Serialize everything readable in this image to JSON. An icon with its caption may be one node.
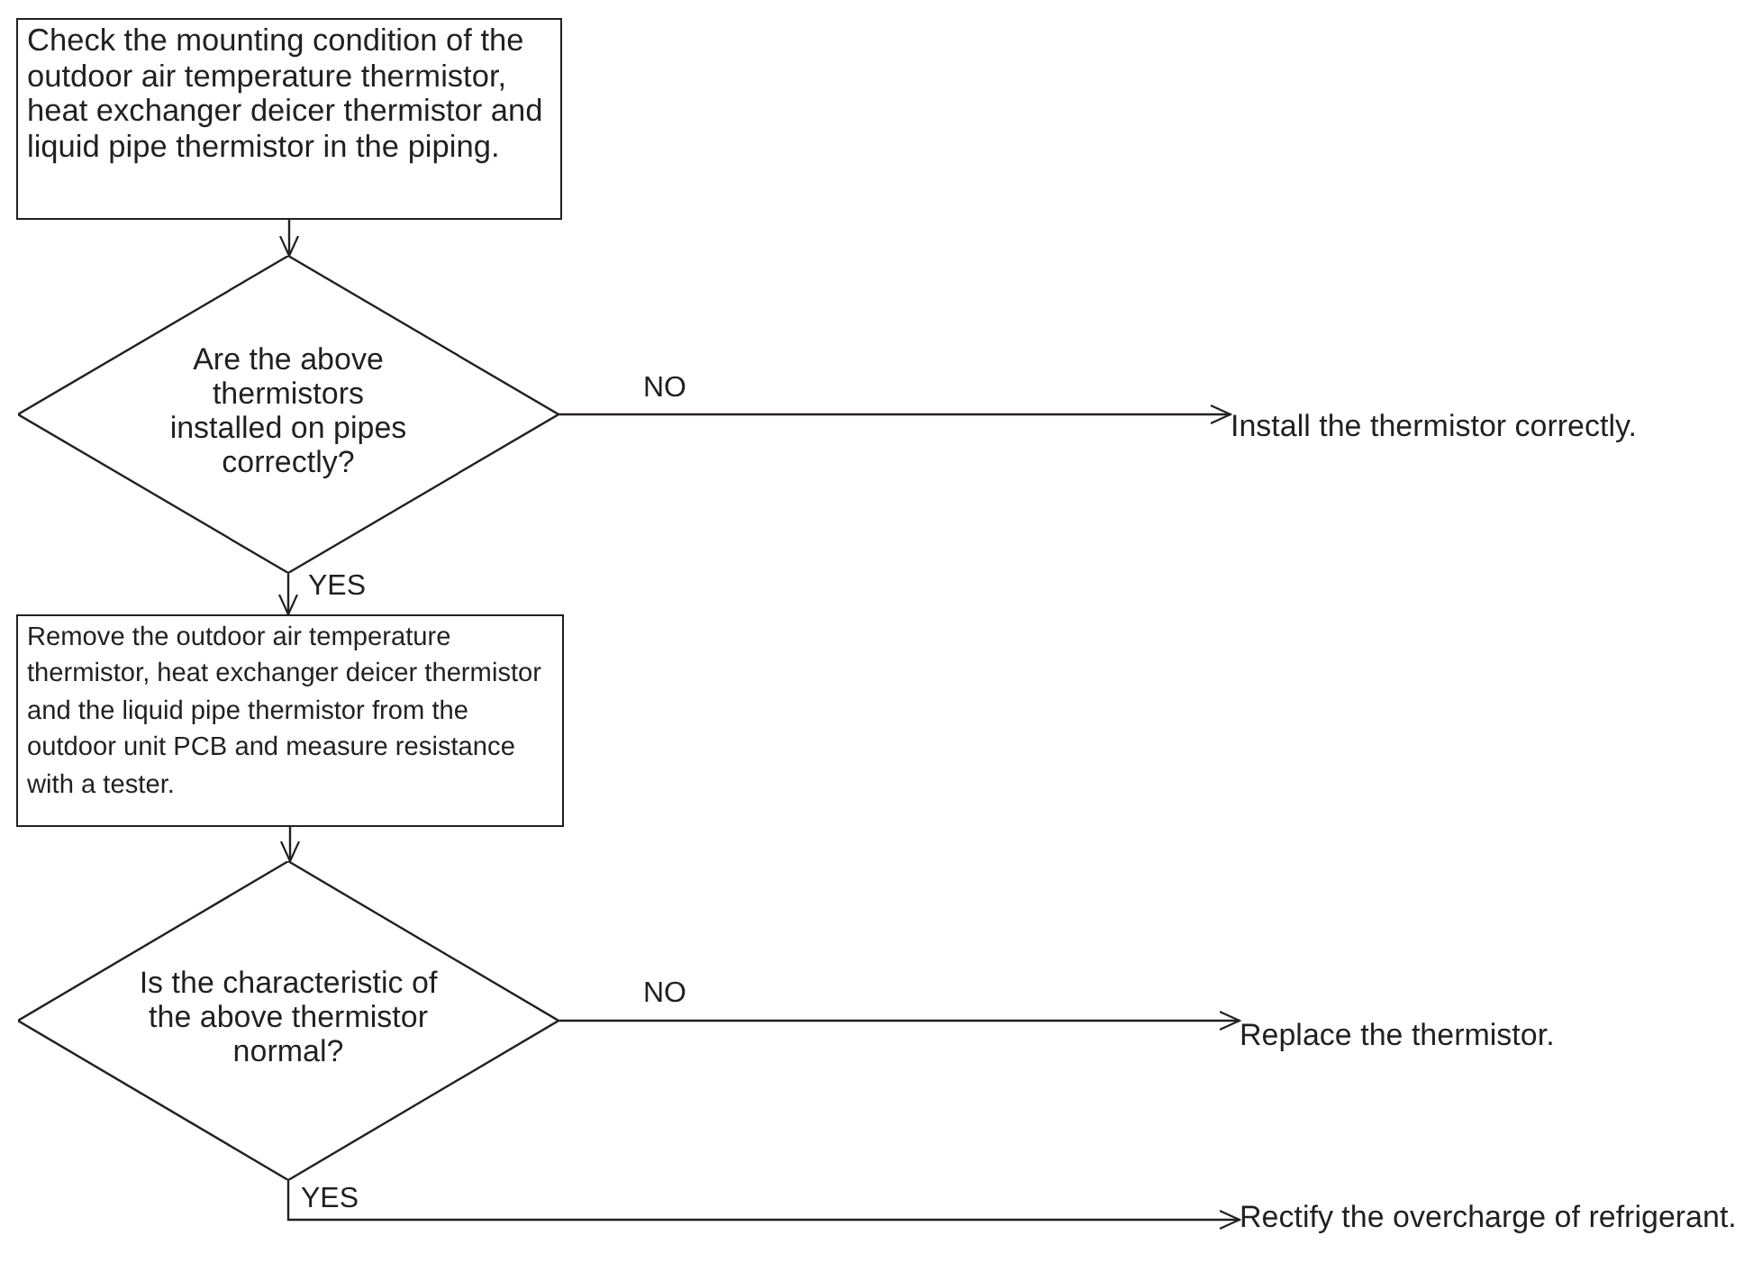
{
  "diagram": {
    "nodes": [
      {
        "text": [
          "Check the mounting condition of the outdoor air temperature thermistor, heat exchanger deicer thermistor and liquid pipe thermistor in the piping."
        ]
      },
      {
        "text": [
          "Are the above thermistors installed on pipes correctly?"
        ]
      },
      {
        "text": [
          "Remove the outdoor air temperature thermistor, heat exchanger deicer thermistor and the liquid pipe thermistor from the outdoor unit PCB and measure resistance with a tester."
        ]
      },
      {
        "text": [
          "Is the characteristic of the above thermistor normal?"
        ]
      },
      {
        "text": [
          "Install the thermistor correctly."
        ]
      },
      {
        "text": [
          "Replace the thermistor."
        ]
      },
      {
        "text": [
          "Rectify the overcharge of refrigerant."
        ]
      }
    ],
    "edges": [
      {
        "from": 0,
        "to": 1,
        "arrow": "to"
      },
      {
        "from": 1,
        "to": 4,
        "arrow": "to",
        "label": "NO"
      },
      {
        "from": 1,
        "to": 2,
        "arrow": "to",
        "label": "YES"
      },
      {
        "from": 2,
        "to": 3,
        "arrow": "to"
      },
      {
        "from": 3,
        "to": 5,
        "arrow": "to",
        "label": "NO"
      },
      {
        "from": 3,
        "to": 6,
        "arrow": "to",
        "label": "YES"
      }
    ]
  }
}
